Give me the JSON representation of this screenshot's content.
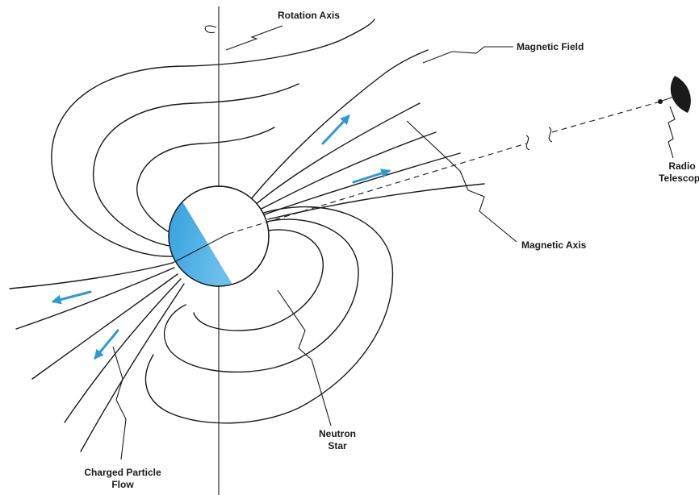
{
  "labels": {
    "rotation_axis": "Rotation Axis",
    "magnetic_field": "Magnetic Field",
    "radio_telescope_line1": "Radio",
    "radio_telescope_line2": "Telescope",
    "magnetic_axis": "Magnetic Axis",
    "neutron_star_line1": "Neutron",
    "neutron_star_line2": "Star",
    "charged_particle_flow_line1": "Charged Particle",
    "charged_particle_flow_line2": "Flow"
  },
  "colors": {
    "ink": "#1a1a1a",
    "star_shade": "#3aa4e0",
    "particle_arrow": "#2a9ad8"
  }
}
